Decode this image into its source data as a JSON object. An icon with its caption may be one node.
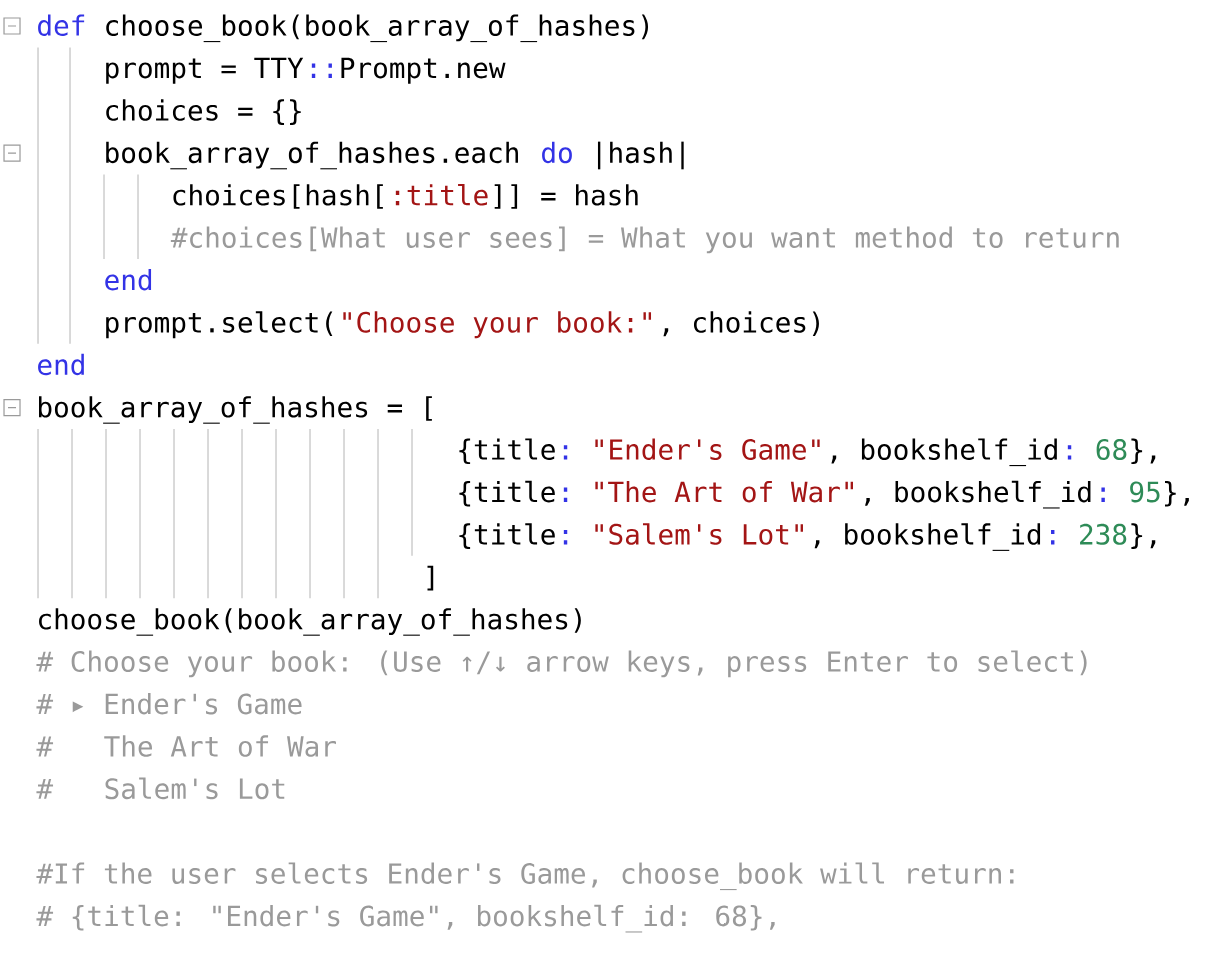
{
  "diagram": {
    "labels": [
      "def",
      "choose_book(book_array_of_hashes)",
      "prompt = TTY",
      "::",
      "Prompt.new",
      "choices = {}",
      "book_array_of_hashes.each",
      "do",
      "|hash|",
      "choices[hash[",
      ":title",
      "]] = hash",
      "#choices[What user sees] = What you want method to return",
      "end",
      "prompt.select(",
      "\"Choose your book:\"",
      ", choices)",
      "end",
      "book_array_of_hashes = [",
      "{title",
      ":",
      "\"Ender's Game\"",
      ", bookshelf_id",
      ":",
      "68",
      "},",
      "{title",
      ":",
      "\"The Art of War\"",
      ", bookshelf_id",
      ":",
      "95",
      "},",
      "{title",
      ":",
      "\"Salem's Lot\"",
      ", bookshelf_id",
      ":",
      "238",
      "},",
      "]",
      "choose_book(book_array_of_hashes)",
      "# Choose your book: (Use ↑/↓ arrow keys, press Enter to select)",
      "# ▸ Ender's Game",
      "#",
      "The Art of War",
      "#",
      "Salem's Lot",
      "#If the user selects Ender's Game, choose_book will return:",
      "# {title: \"Ender's Game\", bookshelf_id: 68},"
    ]
  }
}
